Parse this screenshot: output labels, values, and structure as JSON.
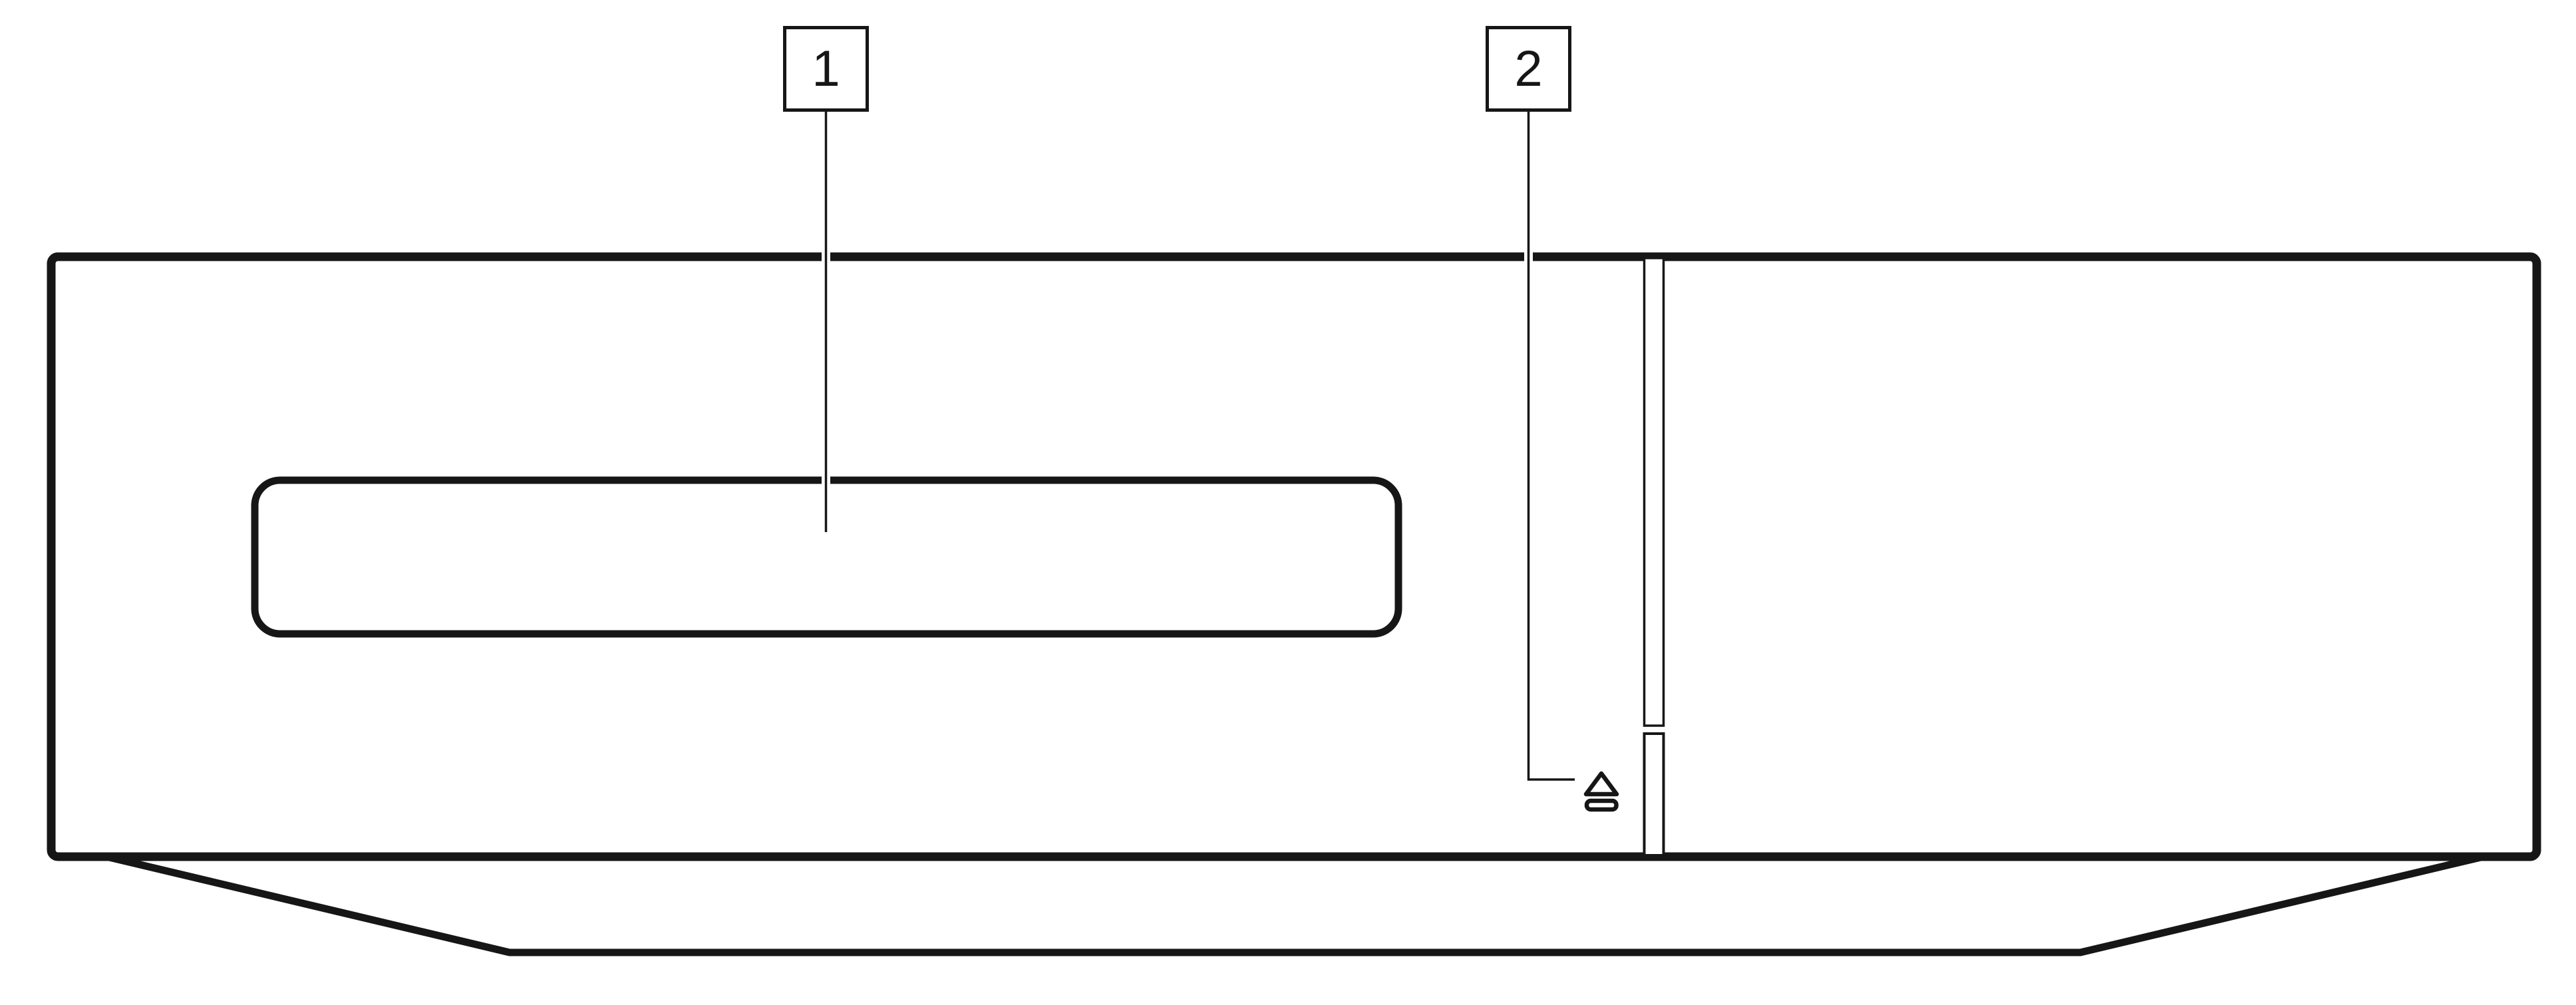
{
  "diagram": {
    "background": "#ffffff",
    "line_color": "#161616",
    "callouts": [
      {
        "label": "1",
        "points_to": "disc-slot"
      },
      {
        "label": "2",
        "points_to": "eject-button"
      }
    ],
    "icons": [
      {
        "name": "eject-icon"
      }
    ]
  }
}
